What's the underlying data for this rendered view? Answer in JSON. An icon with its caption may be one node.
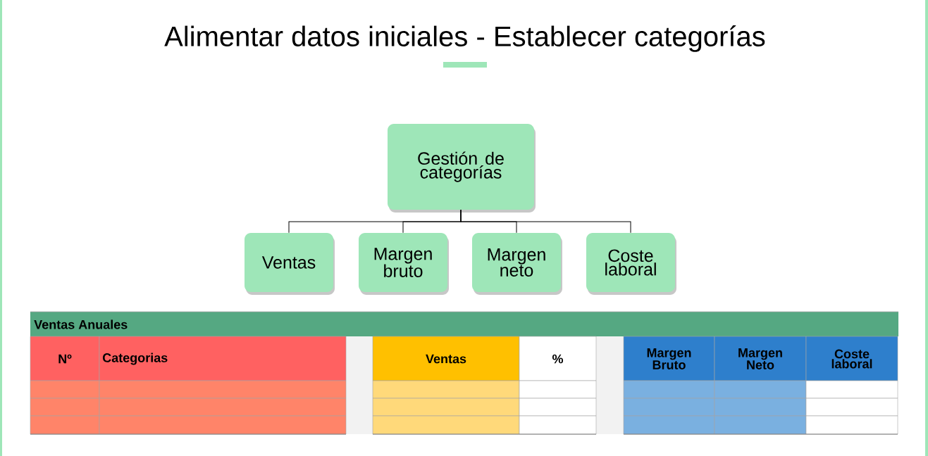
{
  "diagram": {
    "title": "Alimentar datos iniciales - Establecer categorías",
    "nodes": [
      {
        "text": [
          "Gestión de categorías"
        ]
      },
      {
        "text": [
          "Ventas"
        ]
      },
      {
        "text": [
          "Margen bruto"
        ]
      },
      {
        "text": [
          "Margen neto"
        ]
      },
      {
        "text": [
          "Coste laboral"
        ]
      }
    ],
    "edges": [
      {
        "from": 0,
        "to": 1,
        "arrow": "none"
      },
      {
        "from": 0,
        "to": 2,
        "arrow": "none"
      },
      {
        "from": 0,
        "to": 3,
        "arrow": "none"
      },
      {
        "from": 0,
        "to": 4,
        "arrow": "none"
      }
    ],
    "labels": [
      "Ventas Anuales",
      "Nº",
      "Categorias",
      "Ventas",
      "%",
      "Margen Bruto",
      "Margen Neto",
      "Coste laboral"
    ]
  }
}
